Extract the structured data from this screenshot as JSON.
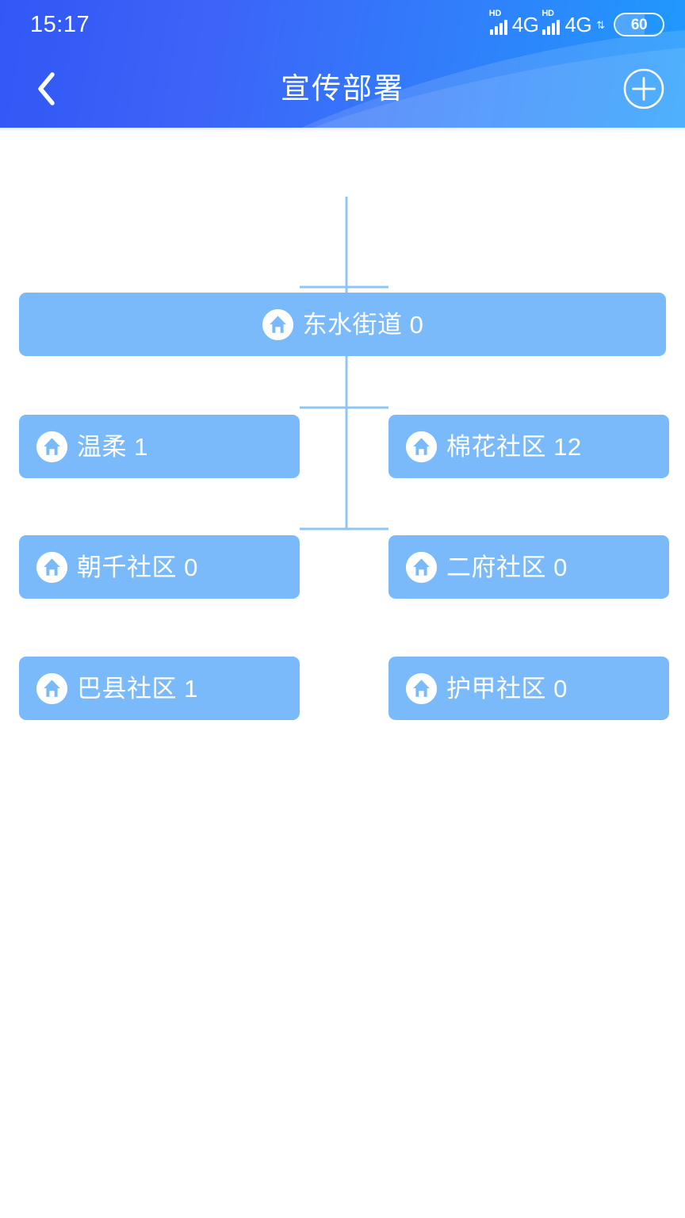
{
  "status_bar": {
    "time": "15:17",
    "sim1": {
      "hd_badge": "HD",
      "network": "4G",
      "signal_bars": 4
    },
    "sim2": {
      "hd_badge": "HD",
      "network": "4G",
      "signal_bars": 4
    },
    "data_arrows": "⇅",
    "battery": {
      "level": "60",
      "fill_percent": 62
    }
  },
  "header": {
    "title": "宣传部署",
    "back_icon": "chevron-left-icon",
    "add_icon": "plus-circle-icon",
    "gradient_from": "#3157f6",
    "gradient_to": "#1e9bfd"
  },
  "tree": {
    "node_color": "#7ABAFB",
    "line_color": "#8FC6F7",
    "icon_name": "home-icon",
    "root": {
      "label": "东水街道 0",
      "name": "东水街道",
      "count": "0"
    },
    "children": [
      {
        "label": "温柔 1",
        "name": "温柔",
        "count": "1",
        "column": "left"
      },
      {
        "label": "棉花社区 12",
        "name": "棉花社区",
        "count": "12",
        "column": "right"
      },
      {
        "label": "朝千社区 0",
        "name": "朝千社区",
        "count": "0",
        "column": "left"
      },
      {
        "label": "二府社区 0",
        "name": "二府社区",
        "count": "0",
        "column": "right"
      },
      {
        "label": "巴县社区 1",
        "name": "巴县社区",
        "count": "1",
        "column": "left"
      },
      {
        "label": "护甲社区 0",
        "name": "护甲社区",
        "count": "0",
        "column": "right"
      }
    ]
  }
}
